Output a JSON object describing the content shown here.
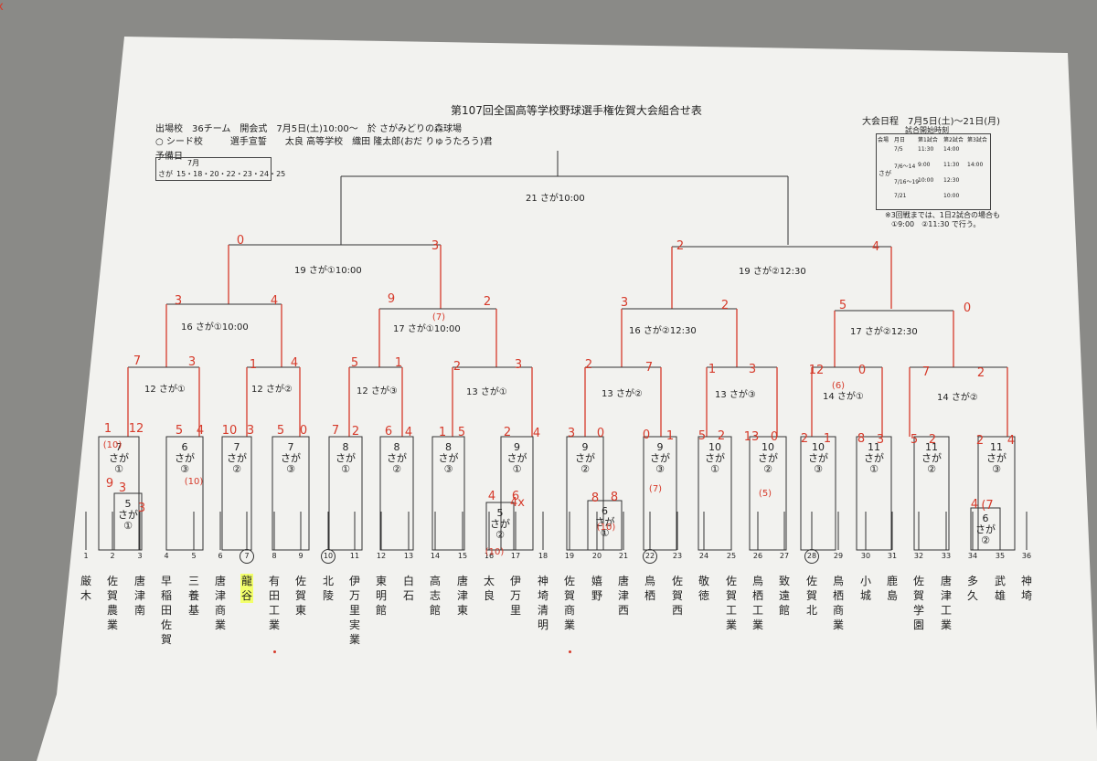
{
  "sheet": {
    "title": "第107回全国高等学校野球選手権佐賀大会組合せ表",
    "info_line1": "出場校　36チーム　開会式　7月5日(土)10:00～　於 さがみどりの森球場",
    "info_line2": "○ シード校　　　選手宣誓　　太良 高等学校　織田 隆太郎(おだ りゅうたろう)君",
    "yobi_label": "予備日",
    "yobi_month": "7月",
    "yobi_place": "さが",
    "yobi_days": "15・18・20・22・23・24・25",
    "period": "大会日程　7月5日(土)～21日(月)",
    "start_table_title": "試合開始時刻",
    "start_table_headers": [
      "会場",
      "月日",
      "第1試合",
      "第2試合",
      "第3試合"
    ],
    "start_table_venue": "さが",
    "start_table_rows": [
      [
        "7/5",
        "11:30",
        "14:00",
        ""
      ],
      [
        "7/6～14",
        "9:00",
        "11:30",
        "14:00"
      ],
      [
        "7/16～19",
        "10:00",
        "12:30",
        ""
      ],
      [
        "7/21",
        "",
        "10:00",
        ""
      ]
    ],
    "start_table_note1": "※3回戦までは、1日2試合の場合も",
    "start_table_note2": "①9:00　②11:30 で行う。"
  },
  "matches": {
    "final": "21 さが10:00",
    "sf_left": "19 さが①10:00",
    "sf_right": "19 さが②12:30",
    "qf1": "16 さが①10:00",
    "qf2": "17 さが①10:00",
    "qf3": "16 さが②12:30",
    "qf4": "17 さが②12:30",
    "r3_1": "12 さが①",
    "r3_2": "12 さが②",
    "r3_3": "12 さが③",
    "r3_4": "13 さが①",
    "r3_5": "13 さが②",
    "r3_6": "13 さが③",
    "r3_7": "14 さが①",
    "r3_8": "14 さが②"
  },
  "r2_labels": [
    "7\nさが\n①",
    "6\nさが\n③",
    "7\nさが\n②",
    "7\nさが\n③",
    "8\nさが\n①",
    "8\nさが\n②",
    "8\nさが\n③",
    "9\nさが\n①",
    "9\nさが\n②",
    "9\nさが\n③",
    "10\nさが\n①",
    "10\nさが\n②",
    "10\nさが\n③",
    "11\nさが\n①",
    "11\nさが\n②",
    "11\nさが\n③"
  ],
  "r1_labels": [
    "5\nさが\n①",
    "5\nさが\n②",
    "6\nさが\n①",
    "6\nさが\n②"
  ],
  "teams": [
    "厳木",
    "佐賀農業",
    "唐津南",
    "早稲田佐賀",
    "三養基",
    "唐津商業",
    "龍谷",
    "有田工業",
    "佐賀東",
    "北陵",
    "伊万里実業",
    "東明館",
    "白石",
    "高志館",
    "唐津東",
    "太良",
    "伊万里",
    "神埼清明",
    "佐賀商業",
    "嬉野",
    "唐津西",
    "鳥栖",
    "佐賀西",
    "敬徳",
    "佐賀工業",
    "鳥栖工業",
    "致遠館",
    "佐賀北",
    "鳥栖商業",
    "小城",
    "鹿島",
    "佐賀学園",
    "唐津工業",
    "多久",
    "武雄",
    "神埼"
  ],
  "numbers": [
    "1",
    "2",
    "3",
    "4",
    "5",
    "6",
    "7",
    "8",
    "9",
    "10",
    "11",
    "12",
    "13",
    "14",
    "15",
    "16",
    "17",
    "18",
    "19",
    "20",
    "21",
    "22",
    "23",
    "24",
    "25",
    "26",
    "27",
    "28",
    "29",
    "30",
    "31",
    "32",
    "33",
    "34",
    "35",
    "36"
  ],
  "seeded": [
    7,
    10,
    22,
    28
  ],
  "scores": [
    "0",
    "3",
    "2",
    "4",
    "3",
    "4",
    "9",
    "2",
    "3",
    "2",
    "5",
    "0",
    "7",
    "3",
    "1",
    "4",
    "5",
    "1",
    "2",
    "3",
    "2",
    "7",
    "1",
    "3",
    "12",
    "0",
    "7",
    "2",
    "1",
    "12",
    "5",
    "4",
    "10",
    "3",
    "5",
    "0",
    "7",
    "2",
    "6",
    "4",
    "1",
    "5",
    "2",
    "4",
    "3",
    "0",
    "0",
    "1",
    "5",
    "2",
    "13",
    "0",
    "2",
    "1",
    "8",
    "3",
    "5",
    "2",
    "2",
    "4",
    "9",
    "3",
    "3",
    "4",
    "6",
    "8",
    "8",
    "4",
    "(7)",
    "(10)",
    "(6)",
    "(10)",
    "(7)",
    "(5)",
    "(10)",
    "(10)",
    "(7",
    "4x",
    "x"
  ],
  "colors": {
    "paper": "#f4f4f2",
    "ink": "#333333",
    "red": "#d63a2a",
    "highlight": "#f3ff6a",
    "ground": "#8d8d8a"
  }
}
